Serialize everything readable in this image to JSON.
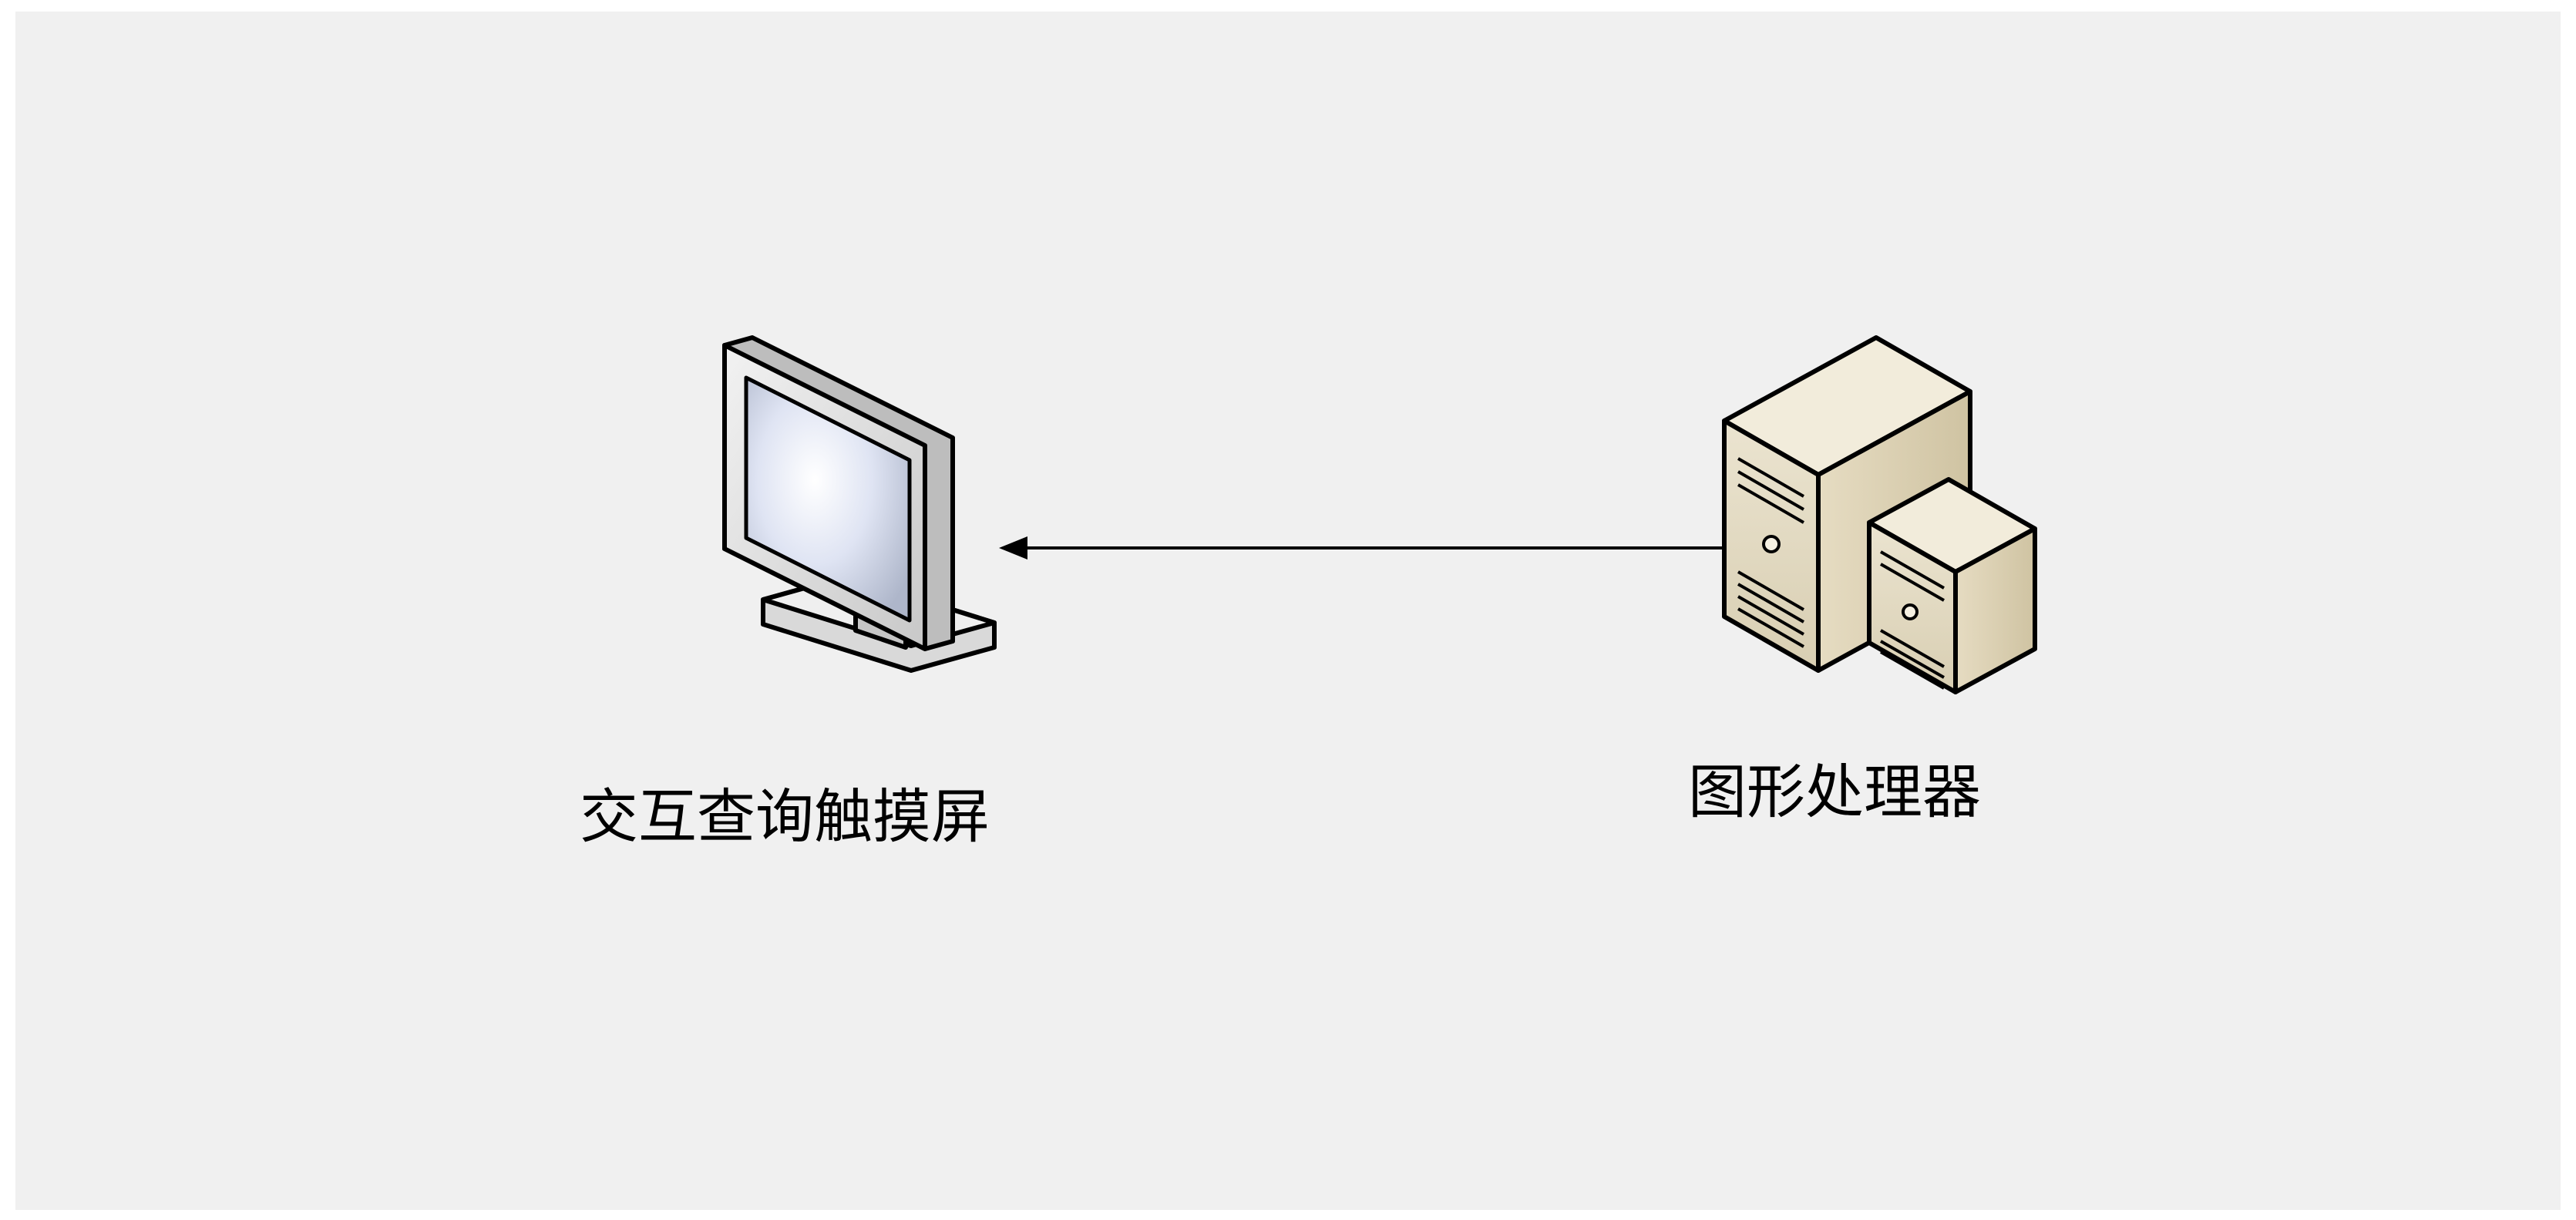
{
  "diagram": {
    "nodes": [
      {
        "id": "touch-screen",
        "label": "交互查询触摸屏",
        "icon": "monitor-icon"
      },
      {
        "id": "graphics-processor",
        "label": "图形处理器",
        "icon": "server-icon"
      }
    ],
    "edges": [
      {
        "from": "graphics-processor",
        "to": "touch-screen",
        "arrow": "end"
      }
    ]
  },
  "colors": {
    "background": "#f0f0f0",
    "server_body": "#e3dbc6",
    "screen": "#e4e8f4",
    "edge": "#000000"
  }
}
